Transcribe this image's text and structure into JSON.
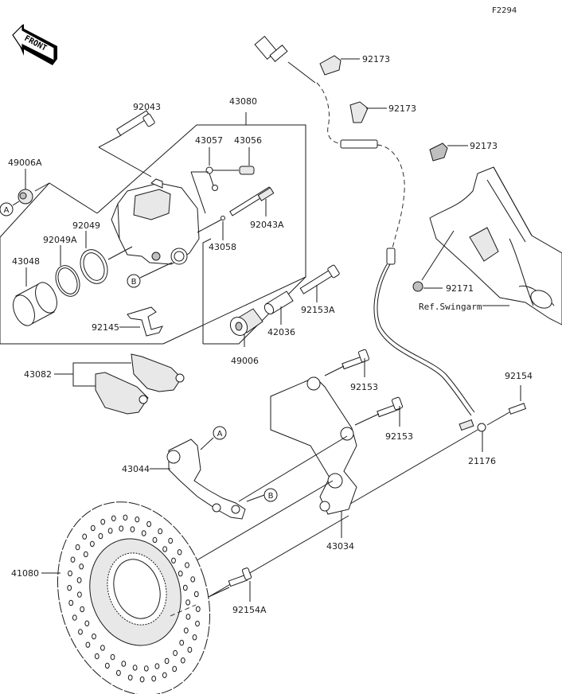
{
  "diagram": {
    "figure_code": "F2294",
    "front_arrow_label": "FRONT",
    "reference_label": "Ref.Swingarm",
    "callouts": {
      "a": "A",
      "b": "B"
    },
    "parts": {
      "p92043": "92043",
      "p43080": "43080",
      "p43057": "43057",
      "p43056": "43056",
      "p49006A": "49006A",
      "p92049": "92049",
      "p92049A": "92049A",
      "p43048": "43048",
      "p92043A": "92043A",
      "p43058": "43058",
      "p92145": "92145",
      "p92153A": "92153A",
      "p42036": "42036",
      "p49006": "49006",
      "p43082": "43082",
      "p92173_1": "92173",
      "p92173_2": "92173",
      "p92173_3": "92173",
      "p92171": "92171",
      "p92153_1": "92153",
      "p92153_2": "92153",
      "p92154": "92154",
      "p21176": "21176",
      "p43044": "43044",
      "p43034": "43034",
      "p41080": "41080",
      "p92154A": "92154A"
    }
  }
}
